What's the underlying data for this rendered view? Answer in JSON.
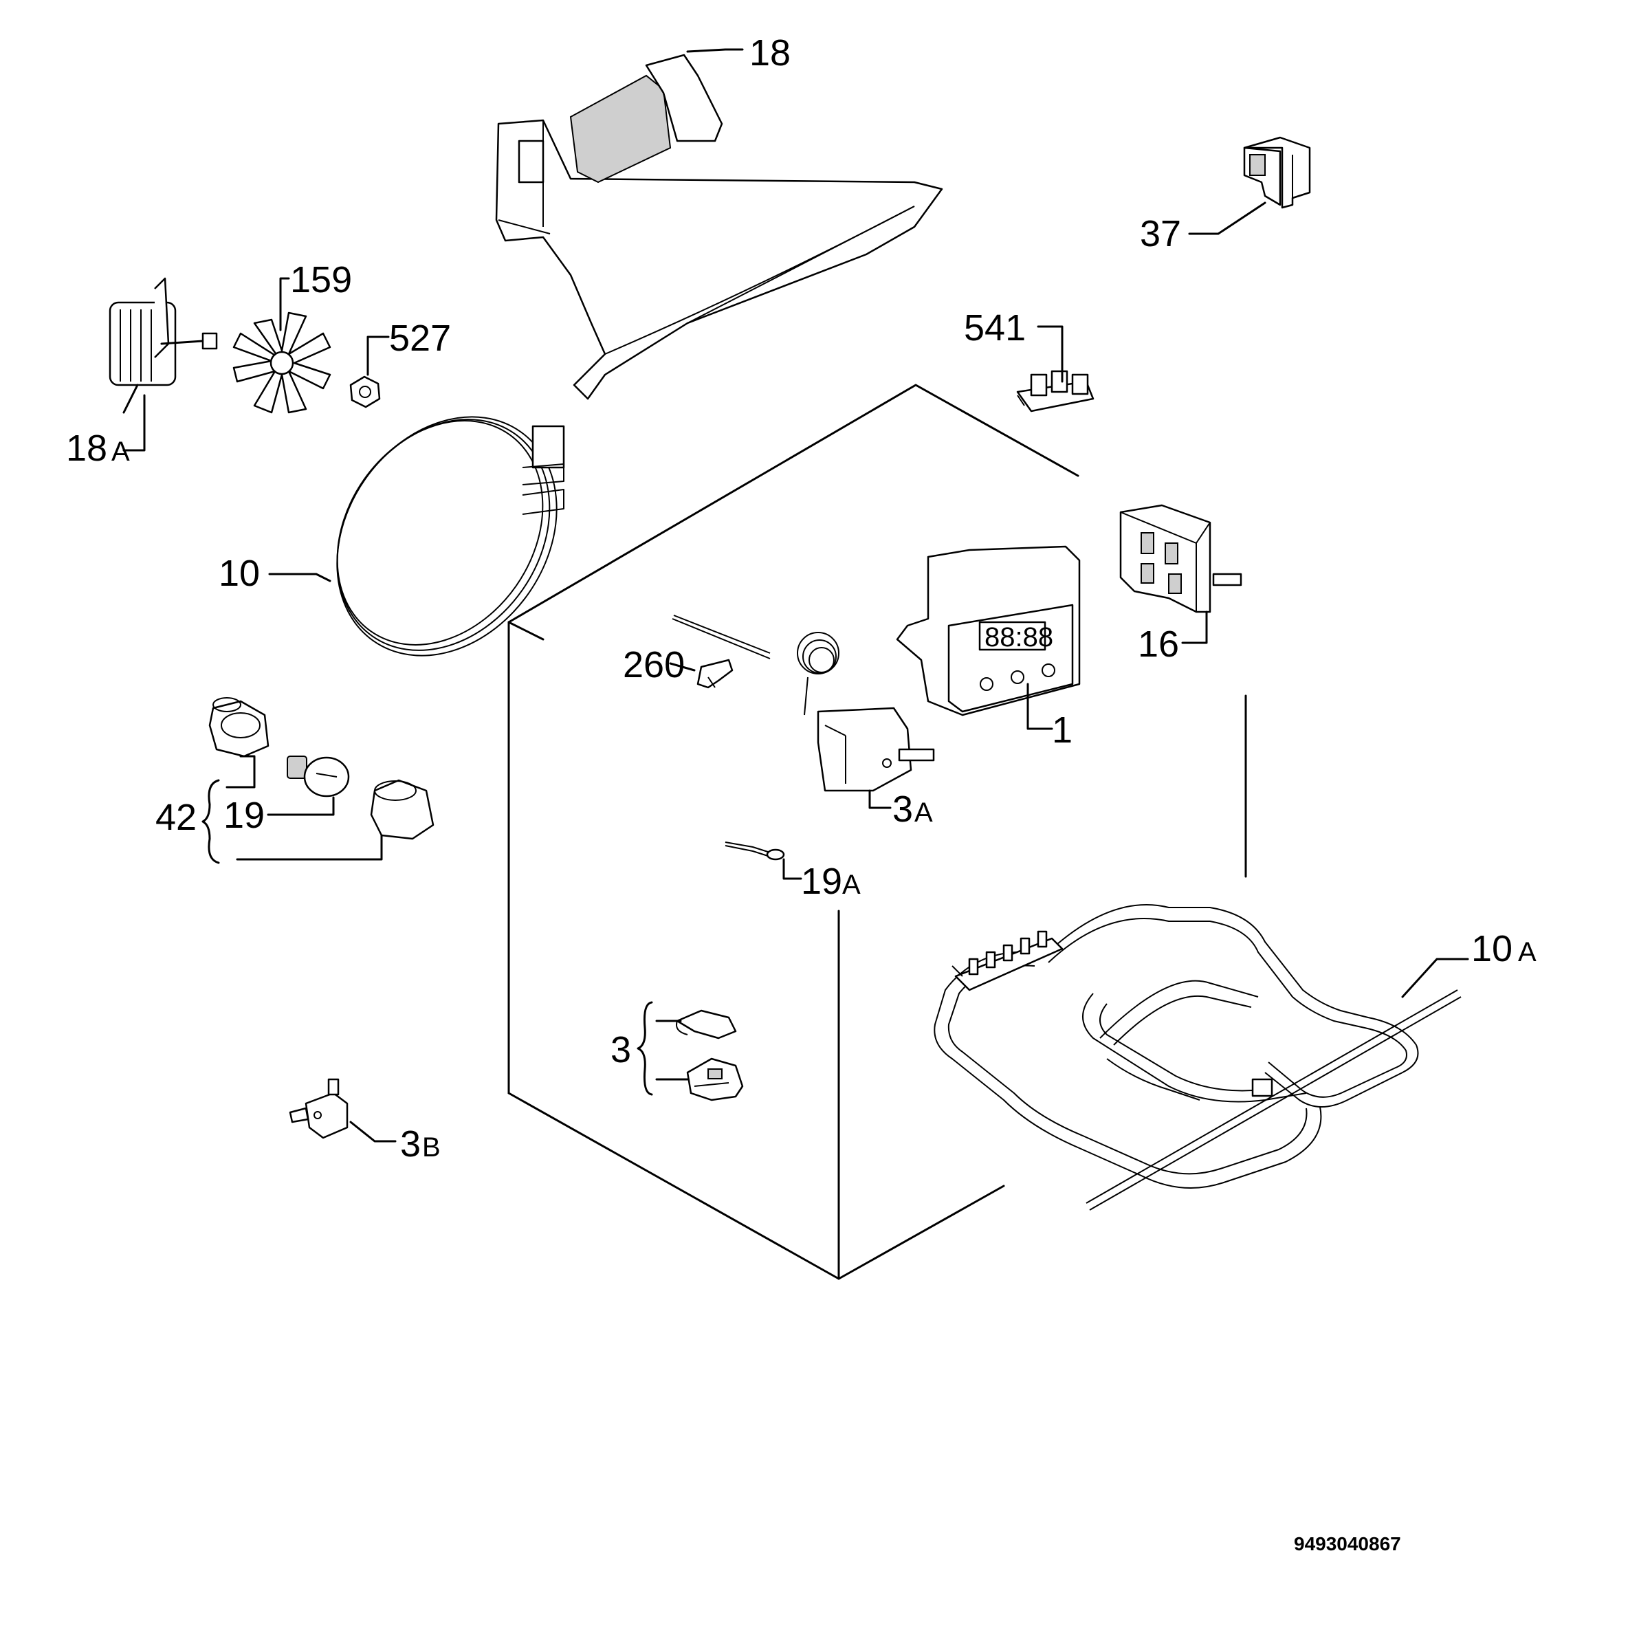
{
  "labels": {
    "l18": "18",
    "l37": "37",
    "l159": "159",
    "l527": "527",
    "l18a_num": "18",
    "l18a_suf": "A",
    "l541": "541",
    "l10": "10",
    "l16": "16",
    "l260": "260",
    "l1": "1",
    "l3a_num": "3",
    "l3a_suf": "A",
    "l42": "42",
    "l19": "19",
    "l19a_num": "19",
    "l19a_suf": "A",
    "l10a_num": "10",
    "l10a_suf": "A",
    "l3": "3",
    "l3b_num": "3",
    "l3b_suf": "B"
  },
  "drawing_code": "9493040867"
}
